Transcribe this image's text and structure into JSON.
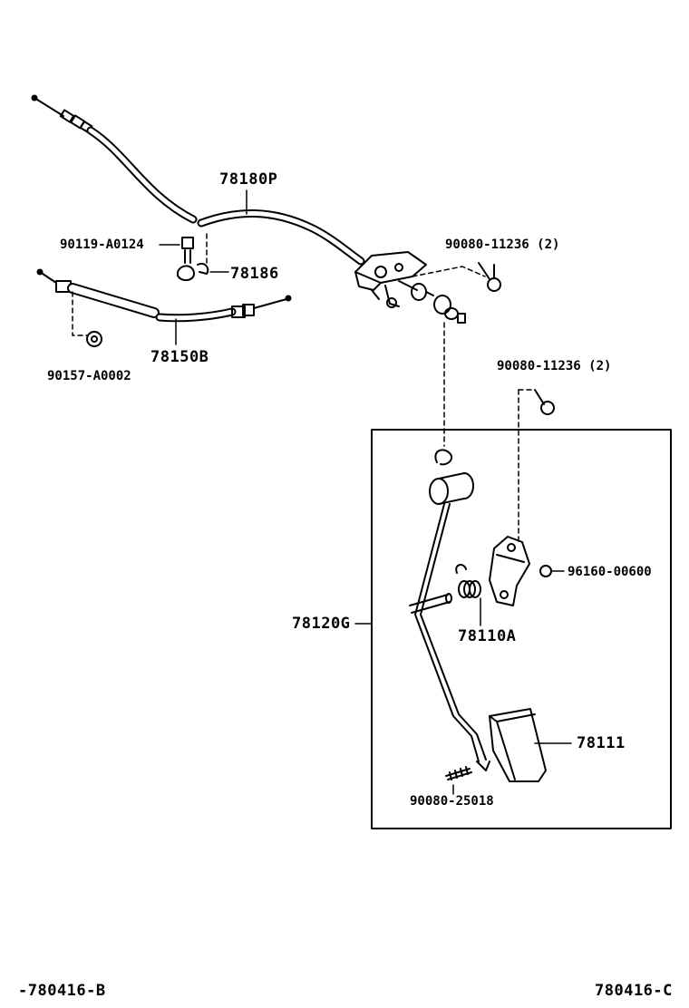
{
  "labels": {
    "p78180P": "78180P",
    "p90119": "90119-A0124",
    "p78186": "78186",
    "p90080_top": "90080-11236 (2)",
    "p78150B": "78150B",
    "p90157": "90157-A0002",
    "p90080_mid": "90080-11236 (2)",
    "p96160": "96160-00600",
    "p78120G": "78120G",
    "p78110A": "78110A",
    "p78111": "78111",
    "p90080_25018": "90080-25018"
  },
  "footer": {
    "left_code": "-780416-B",
    "right_code": "780416-C"
  }
}
